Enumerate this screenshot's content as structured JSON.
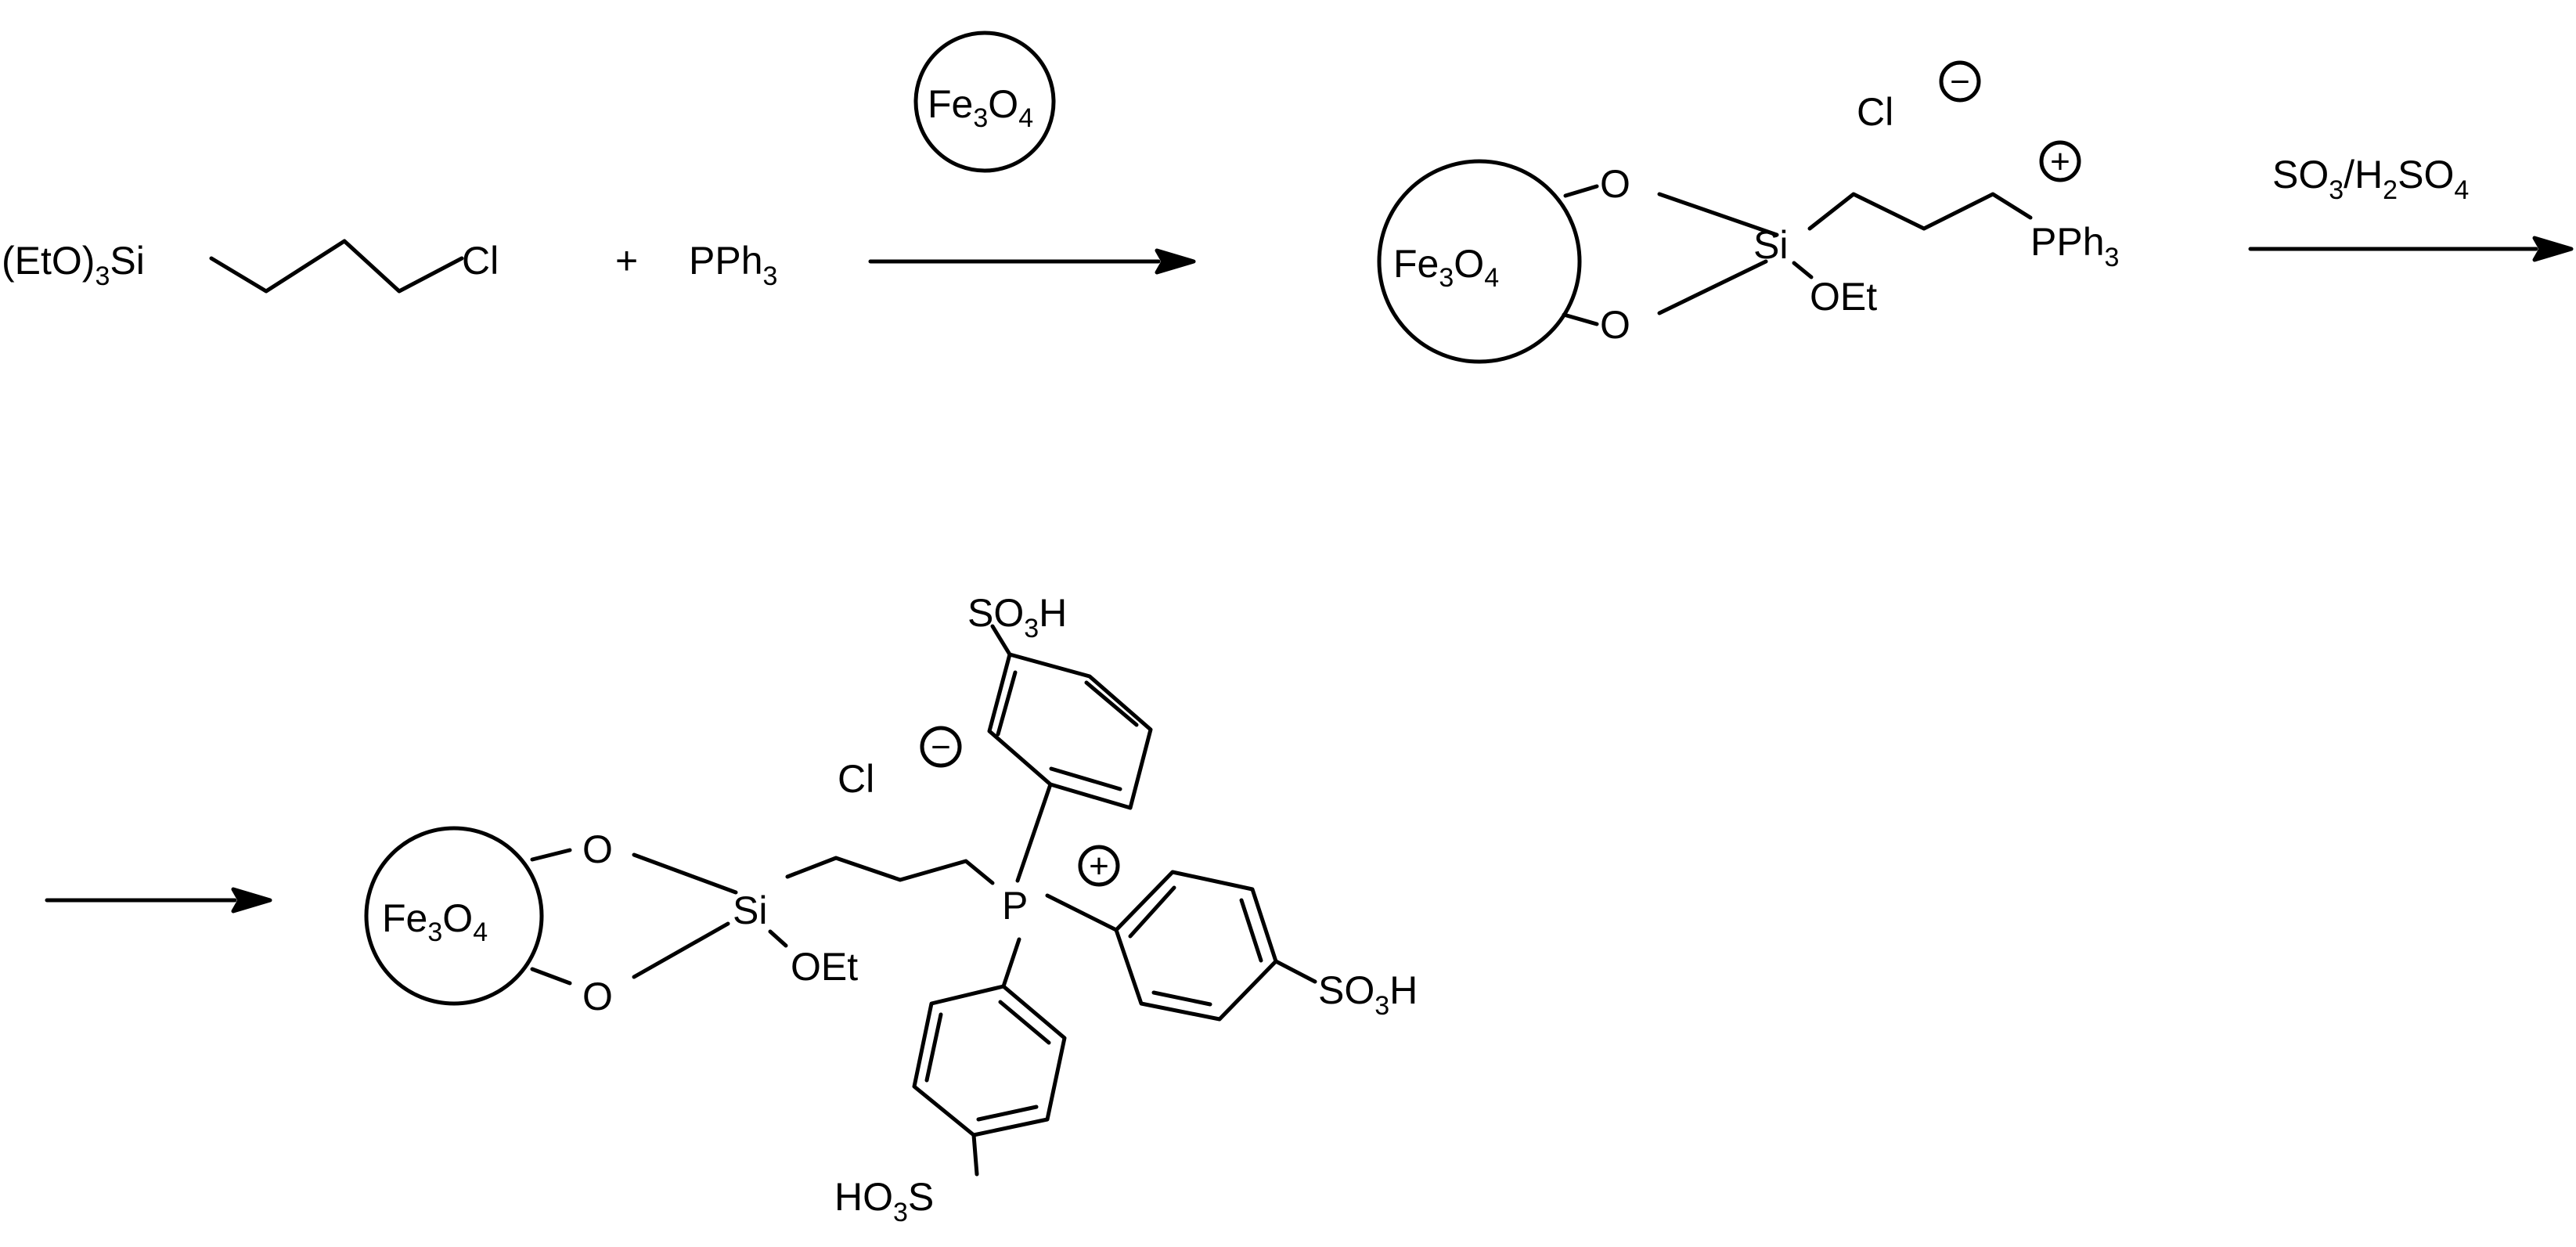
{
  "scheme": {
    "reactant1": {
      "part1": "(EtO)",
      "part1_sub": "3",
      "part2": "Si",
      "terminal": "Cl"
    },
    "plus_sign": "+",
    "reactant2": {
      "main": "PPh",
      "sub": "3"
    },
    "support": {
      "fe": "Fe",
      "fe_sub": "3",
      "o": "O",
      "o_sub": "4"
    },
    "intermediate": {
      "counterion": "Cl",
      "anion_sign": "−",
      "cation_sign": "+",
      "oxygen": "O",
      "silicon": "Si",
      "ethoxy": "OEt",
      "phosphonium": {
        "main": "PPh",
        "sub": "3"
      }
    },
    "reagent": {
      "s1": "SO",
      "s1_sub": "3",
      "slash": "/H",
      "h_sub": "2",
      "s2": "SO",
      "s2_sub": "4"
    },
    "product": {
      "counterion": "Cl",
      "anion_sign": "−",
      "cation_sign": "+",
      "oxygen": "O",
      "silicon": "Si",
      "ethoxy": "OEt",
      "phosphorus": "P",
      "sulfonic_acid": {
        "so": "SO",
        "sub": "3",
        "h": "H"
      },
      "sulfonic_acid_left": {
        "ho": "HO",
        "sub": "3",
        "s": "S"
      }
    }
  }
}
